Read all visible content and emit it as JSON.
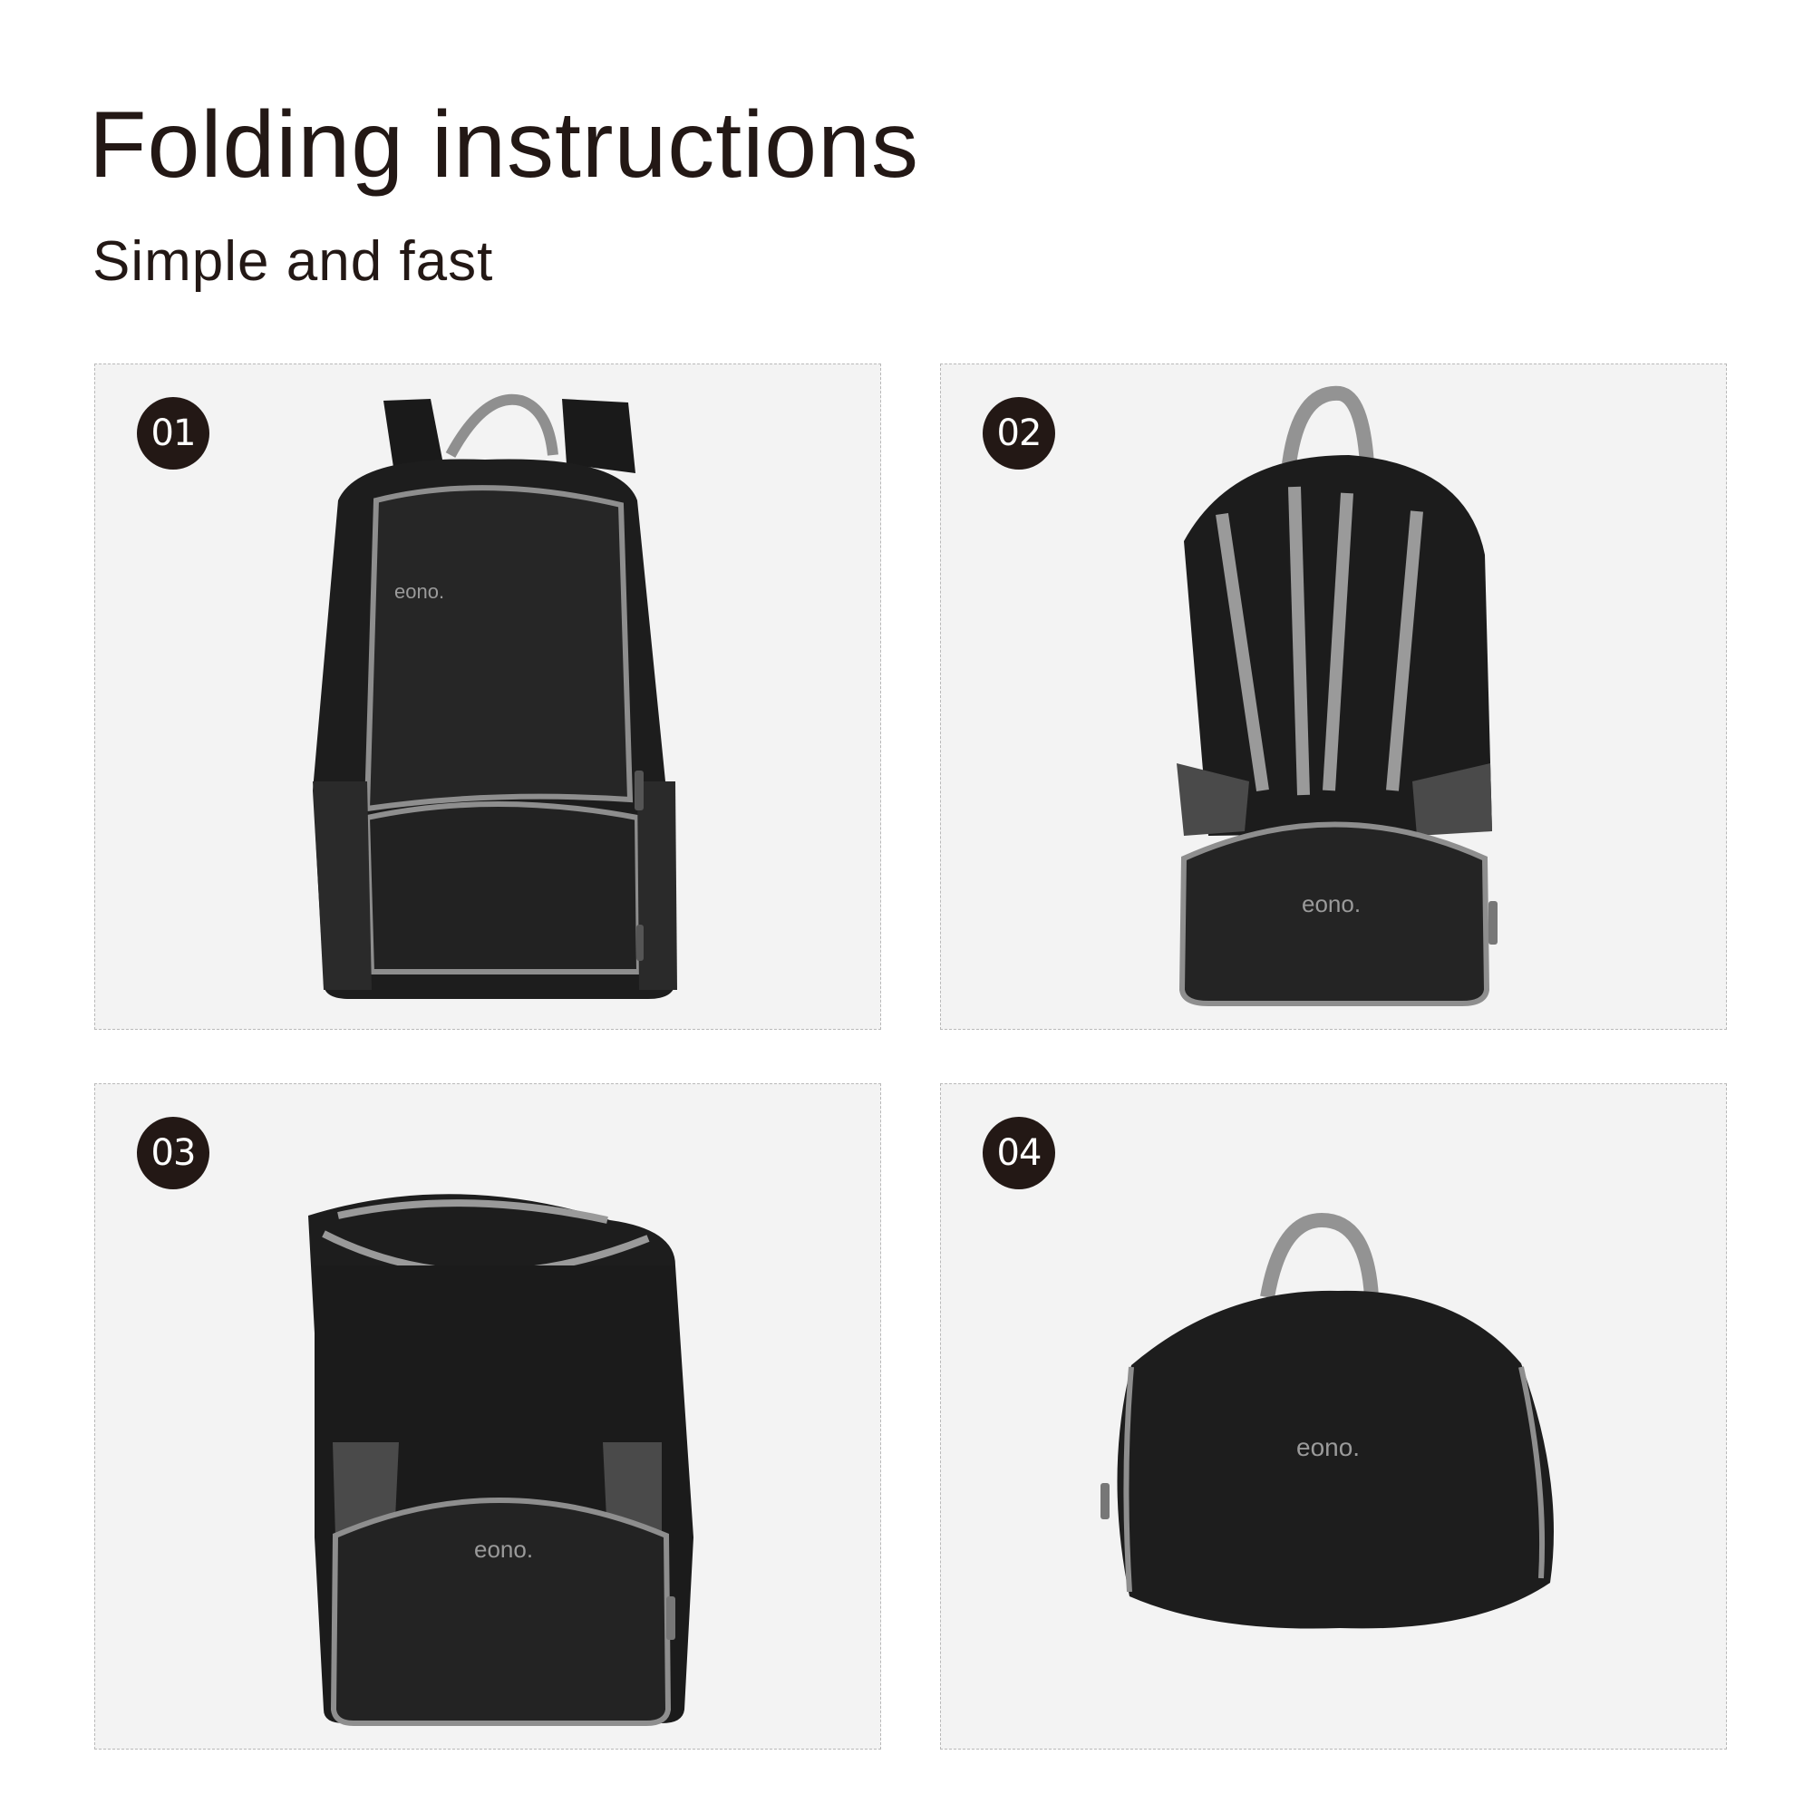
{
  "header": {
    "title": "Folding instructions",
    "subtitle": "Simple and fast"
  },
  "steps": [
    {
      "number": "01",
      "logo": "eono.",
      "stage": "backpack-unfolded"
    },
    {
      "number": "02",
      "logo": "eono.",
      "stage": "backpack-flipped-inside-out"
    },
    {
      "number": "03",
      "logo": "eono.",
      "stage": "backpack-rolled-into-pocket"
    },
    {
      "number": "04",
      "logo": "eono.",
      "stage": "backpack-packed-pouch"
    }
  ],
  "colors": {
    "background": "#ffffff",
    "panel": "#f3f3f3",
    "panel_border": "#b9b9b9",
    "badge": "#231815",
    "text": "#231815",
    "bag_black": "#1c1c1c",
    "trim_gray": "#9a9a9a"
  }
}
